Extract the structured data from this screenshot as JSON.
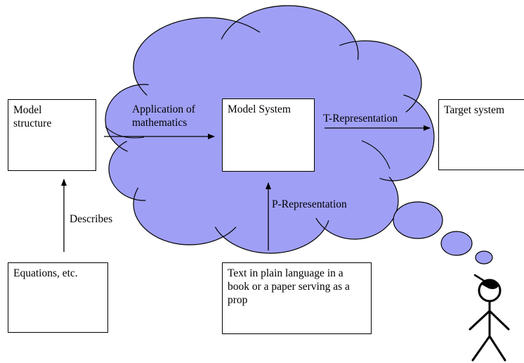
{
  "colors": {
    "cloud_fill": "#9f9ff5",
    "stroke": "#000000",
    "box_fill": "#ffffff"
  },
  "boxes": {
    "model_structure": "Model structure",
    "model_system": "Model System",
    "target_system": "Target system",
    "equations": "Equations, etc.",
    "plain_text": "Text in plain language in a book or a paper serving as a prop"
  },
  "arrows": {
    "application": "Application of mathematics",
    "t_representation": "T-Representation",
    "p_representation": "P-Representation",
    "describes": "Describes"
  },
  "icons": {
    "cloud": "thought-cloud",
    "person": "stick-figure-person",
    "bubbles": "thought-bubbles"
  }
}
